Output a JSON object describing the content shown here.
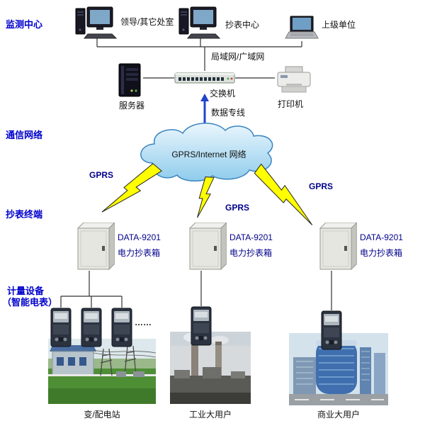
{
  "sections": {
    "monitoring": "监测中心",
    "network": "通信网络",
    "terminal": "抄表终端",
    "metering1": "计量设备",
    "metering2": "（智能电表）"
  },
  "monitoring": {
    "pc1": "领导/其它处室",
    "pc2": "抄表中心",
    "laptop": "上级单位",
    "lan": "局域网/广域网",
    "server": "服务器",
    "switch": "交换机",
    "printer": "打印机",
    "dataline": "数据专线"
  },
  "cloud": {
    "label": "GPRS/Internet 网络"
  },
  "gprs": {
    "left": "GPRS",
    "middle": "GPRS",
    "right": "GPRS"
  },
  "terminals": [
    {
      "model": "DATA-9201",
      "label": "电力抄表箱"
    },
    {
      "model": "DATA-9201",
      "label": "电力抄表箱"
    },
    {
      "model": "DATA-9201",
      "label": "电力抄表箱"
    }
  ],
  "meters": {
    "ellipsis": "……"
  },
  "sites": [
    {
      "caption": "变/配电站"
    },
    {
      "caption": "工业大用户"
    },
    {
      "caption": "商业大用户"
    }
  ],
  "colors": {
    "section_label": "#0000cc",
    "terminal_label": "#00008b",
    "gprs_label": "#00008b",
    "arrow_blue": "#2244cc",
    "lightning_yellow": "#ffff00",
    "cloud_fill_top": "#eaf6fd",
    "cloud_fill_bottom": "#8fccec",
    "cloud_stroke": "#3a85c0"
  }
}
